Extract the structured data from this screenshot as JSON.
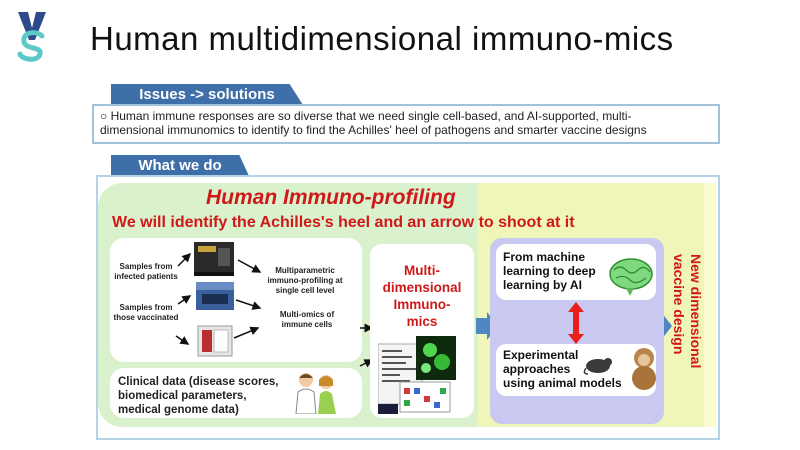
{
  "title": "Human multidimensional immuno-mics",
  "sections": {
    "issues_tab": "Issues -> solutions",
    "issues_text_1": "○  Human immune responses are so diverse that we need single cell-based, and AI-supported, multi-",
    "issues_text_2": "dimensional immunomics to identify to find the Achilles' heel of pathogens and smarter vaccine designs",
    "what_we_do_tab": "What we do"
  },
  "profiling": {
    "title": "Human Immuno-profiling",
    "subtitle": "We will identify the Achilles's heel and an arrow to shoot at it",
    "samples_infected_1": "Samples from",
    "samples_infected_2": "infected patients",
    "samples_vaccinated_1": "Samples from",
    "samples_vaccinated_2": "those vaccinated",
    "multiparam_1": "Multiparametric",
    "multiparam_2": "immuno-profiling at",
    "multiparam_3": "single cell level",
    "multiomics_1": "Multi-omics of",
    "multiomics_2": "immune cells",
    "clinical_1": "Clinical data (disease scores,",
    "clinical_2": "biomedical parameters,",
    "clinical_3": "medical genome data)",
    "multi_1": "Multi-",
    "multi_2": "dimensional",
    "multi_3": "Immuno-",
    "multi_4": "mics"
  },
  "ai": {
    "ml_1": "From machine",
    "ml_2": "learning to deep",
    "ml_3": "learning by AI",
    "exp_1": "Experimental",
    "exp_2": "approaches",
    "exp_3": "using animal models"
  },
  "vaccine": {
    "line_1": "New dimensional",
    "line_2": "vaccine design"
  },
  "colors": {
    "accent_red": "#d01818",
    "tab_blue": "#3f6fa8",
    "green_area": "#d9f1cd",
    "yellow_area": "#f0f5b9",
    "lavender": "#c9c8f1",
    "arrow_blue": "#4f86c4"
  }
}
